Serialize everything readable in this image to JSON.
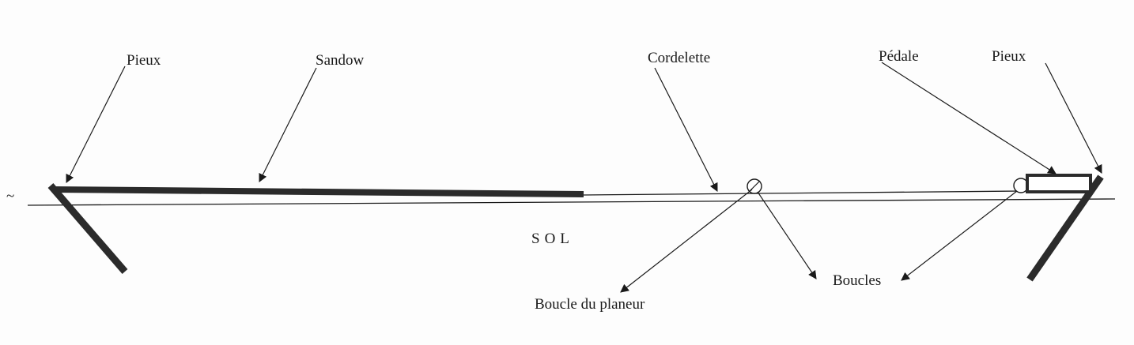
{
  "labels": {
    "pieux_left": "Pieux",
    "sandow": "Sandow",
    "cordelette": "Cordelette",
    "pedale": "Pédale",
    "pieux_right": "Pieux",
    "sol": "SOL",
    "boucle_planeur": "Boucle du planeur",
    "boucles": "Boucles",
    "tilde_mark": "~"
  },
  "colors": {
    "ink": "#1a1a1a",
    "stake": "#2b2b2b",
    "background": "#fdfdfd"
  }
}
